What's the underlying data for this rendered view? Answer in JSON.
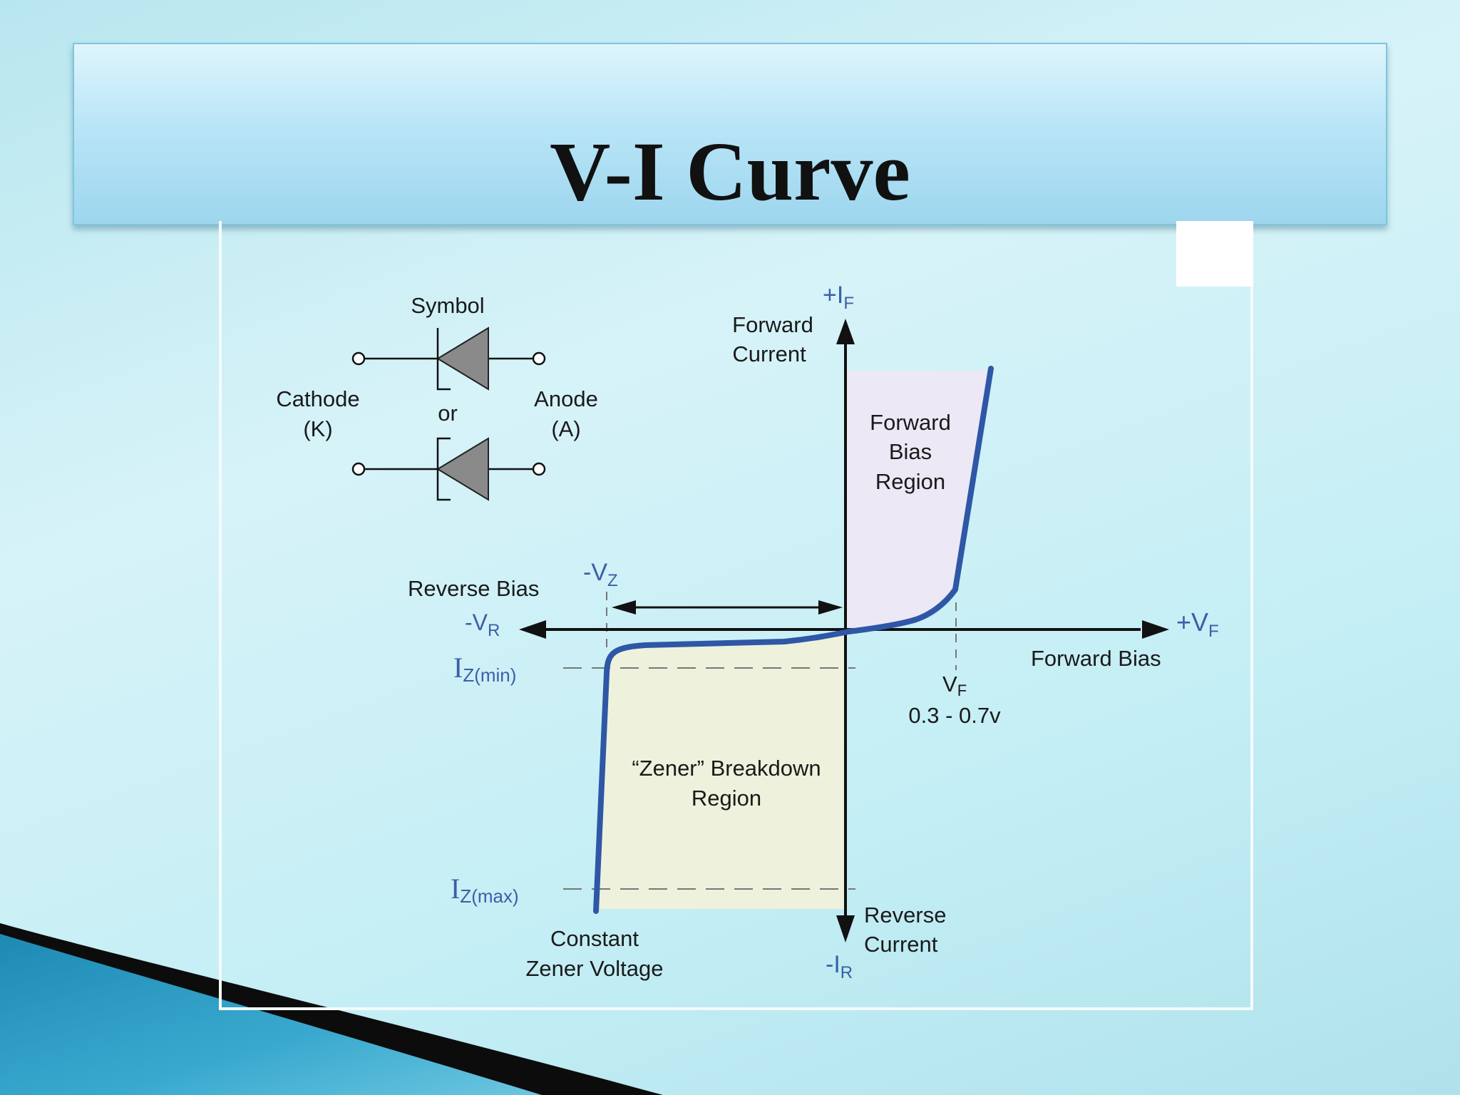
{
  "title": "V-I Curve",
  "symbol": {
    "heading": "Symbol",
    "or": "or",
    "cathode": "Cathode",
    "cathode_abbr": "(K)",
    "anode": "Anode",
    "anode_abbr": "(A)"
  },
  "axes": {
    "plus_i": "+I",
    "plus_i_sub": "F",
    "forward_current_1": "Forward",
    "forward_current_2": "Current",
    "minus_i": "-I",
    "minus_i_sub": "R",
    "reverse_current_1": "Reverse",
    "reverse_current_2": "Current",
    "plus_v": "+V",
    "plus_v_sub": "F",
    "forward_bias": "Forward Bias",
    "minus_v": "-V",
    "minus_v_sub": "R",
    "reverse_bias": "Reverse Bias"
  },
  "regions": {
    "forward_1": "Forward",
    "forward_2": "Bias",
    "forward_3": "Region",
    "zener_1": "“Zener” Breakdown",
    "zener_2": "Region"
  },
  "markers": {
    "vz": "-V",
    "vz_sub": "Z",
    "vf": "V",
    "vf_sub": "F",
    "vf_range": "0.3 - 0.7v",
    "iz_min": "I",
    "iz_min_sub": "Z(min)",
    "iz_max": "I",
    "iz_max_sub": "Z(max)",
    "constant_1": "Constant",
    "constant_2": "Zener Voltage"
  },
  "colors": {
    "curve": "#2e57a6",
    "label_blue": "#3b5fa8",
    "forward_region": "#ece8f6",
    "zener_region": "#eef1dc"
  }
}
